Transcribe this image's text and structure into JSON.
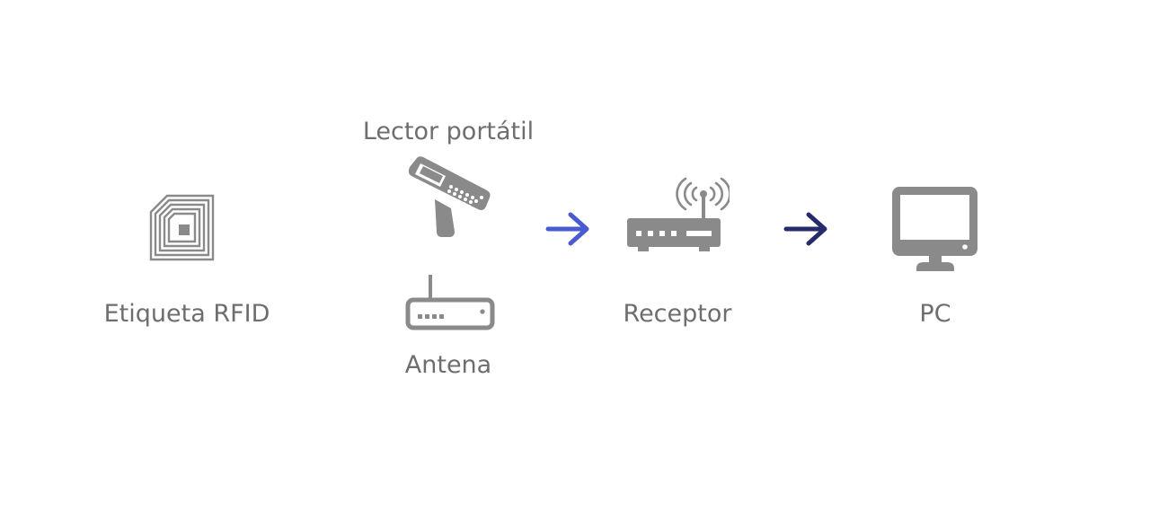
{
  "nodes": {
    "tag": {
      "label": "Etiqueta RFID",
      "icon": "rfid-tag-icon"
    },
    "reader": {
      "label": "Lector portátil",
      "icon": "handheld-reader-icon"
    },
    "antenna": {
      "label": "Antena",
      "icon": "antenna-router-icon"
    },
    "receiver": {
      "label": "Receptor",
      "icon": "wireless-receiver-icon"
    },
    "pc": {
      "label": "PC",
      "icon": "monitor-icon"
    }
  },
  "arrows": [
    {
      "from": "reader/antenna",
      "to": "receiver",
      "color": "#4a5bd1",
      "icon": "arrow-right-icon"
    },
    {
      "from": "receiver",
      "to": "pc",
      "color": "#262c6b",
      "icon": "arrow-right-icon"
    }
  ],
  "colors": {
    "icon": "#8a8a8a",
    "text": "#6e6e6e",
    "arrow_1": "#4a5bd1",
    "arrow_2": "#262c6b"
  }
}
